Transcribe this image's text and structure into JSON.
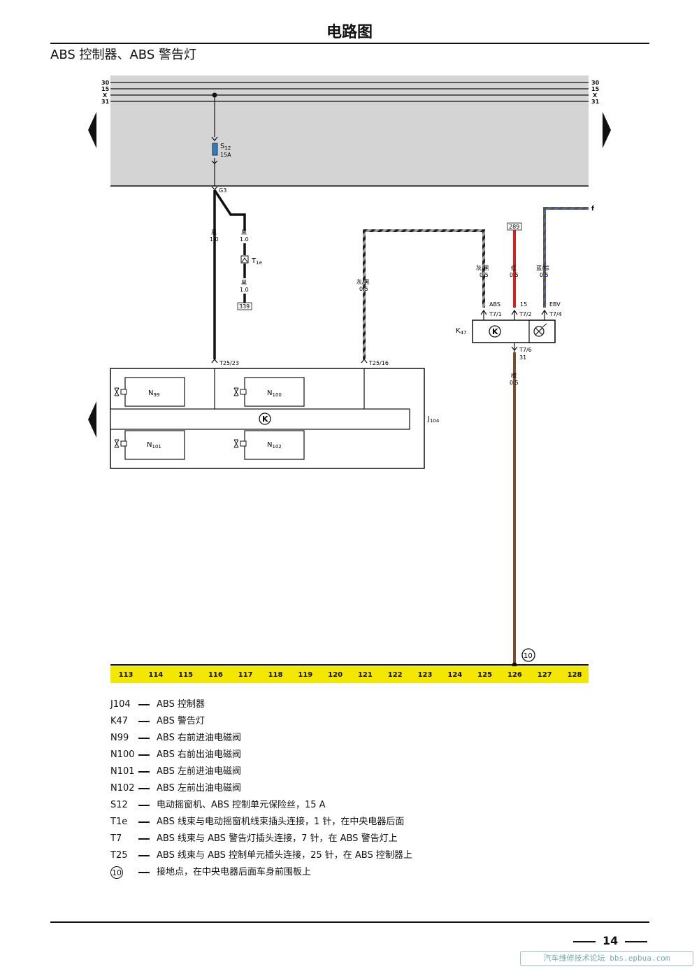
{
  "header": {
    "title": "电路图",
    "subtitle": "ABS 控制器、ABS 警告灯"
  },
  "bus_labels": [
    "30",
    "15",
    "X",
    "31"
  ],
  "fuse": {
    "name": "S",
    "sub": "12",
    "rating": "15A"
  },
  "ground_g3": "G3",
  "wires": {
    "w1": {
      "color": "黑",
      "size": "1.0"
    },
    "w2": {
      "color": "黑",
      "size": "1.0"
    },
    "w3": {
      "color": "黑",
      "size": "1.0"
    },
    "w4": {
      "color": "灰/黑",
      "size": "0.5"
    },
    "w5": {
      "color": "灰/黑",
      "size": "0.5"
    },
    "w6": {
      "color": "红",
      "size": "0.5"
    },
    "w7": {
      "color": "蓝/棕",
      "size": "0.5"
    },
    "w8": {
      "color": "棕",
      "size": "0.5"
    }
  },
  "refs": {
    "r289": "289",
    "r339": "339",
    "f": "f"
  },
  "t1e": {
    "name": "T",
    "sub": "1e"
  },
  "k47": {
    "name": "K",
    "sub": "47",
    "pin_labels": [
      "ABS",
      "15",
      "EBV"
    ],
    "pins": [
      "T7/1",
      "T7/2",
      "T7/4"
    ],
    "bottom_pin": "T7/6",
    "bottom_label": "31"
  },
  "j104": {
    "name": "J",
    "sub": "104",
    "pin_23": "T25/23",
    "pin_16": "T25/16",
    "valves": [
      {
        "name": "N",
        "sub": "99"
      },
      {
        "name": "N",
        "sub": "100"
      },
      {
        "name": "N",
        "sub": "101"
      },
      {
        "name": "N",
        "sub": "102"
      }
    ]
  },
  "ground_point": "10",
  "ruler": [
    "113",
    "114",
    "115",
    "116",
    "117",
    "118",
    "119",
    "120",
    "121",
    "122",
    "123",
    "124",
    "125",
    "126",
    "127",
    "128"
  ],
  "legend": [
    {
      "code": "J104",
      "desc": "ABS 控制器"
    },
    {
      "code": "K47",
      "desc": "ABS 警告灯"
    },
    {
      "code": "N99",
      "desc": "ABS 右前进油电磁阀"
    },
    {
      "code": "N100",
      "desc": "ABS 右前出油电磁阀"
    },
    {
      "code": "N101",
      "desc": "ABS 左前进油电磁阀"
    },
    {
      "code": "N102",
      "desc": "ABS 左前出油电磁阀"
    },
    {
      "code": "S12",
      "desc": "电动摇窗机、ABS 控制单元保险丝，15 A"
    },
    {
      "code": "T1e",
      "desc": "ABS 线束与电动摇窗机线束插头连接，1 针，在中央电器后面"
    },
    {
      "code": "T7",
      "desc": "ABS 线束与 ABS 警告灯插头连接，7 针，在 ABS 警告灯上"
    },
    {
      "code": "T25",
      "desc": "ABS 线束与 ABS 控制单元插头连接，25 针，在 ABS 控制器上"
    }
  ],
  "legend_ground": {
    "code": "10",
    "desc": "接地点，在中央电器后面车身前围板上"
  },
  "footer": {
    "page": "14",
    "watermark": "汽车维修技术论坛 bbs.epbua.com"
  },
  "colors": {
    "bus_bg": "#d4d4d4",
    "ruler_bg": "#f3e600",
    "red": "#cc2222",
    "blue": "#3a6fb5",
    "brown": "#7a4a2c",
    "grey": "#9a9a9a",
    "fuse": "#2f7fc0"
  }
}
